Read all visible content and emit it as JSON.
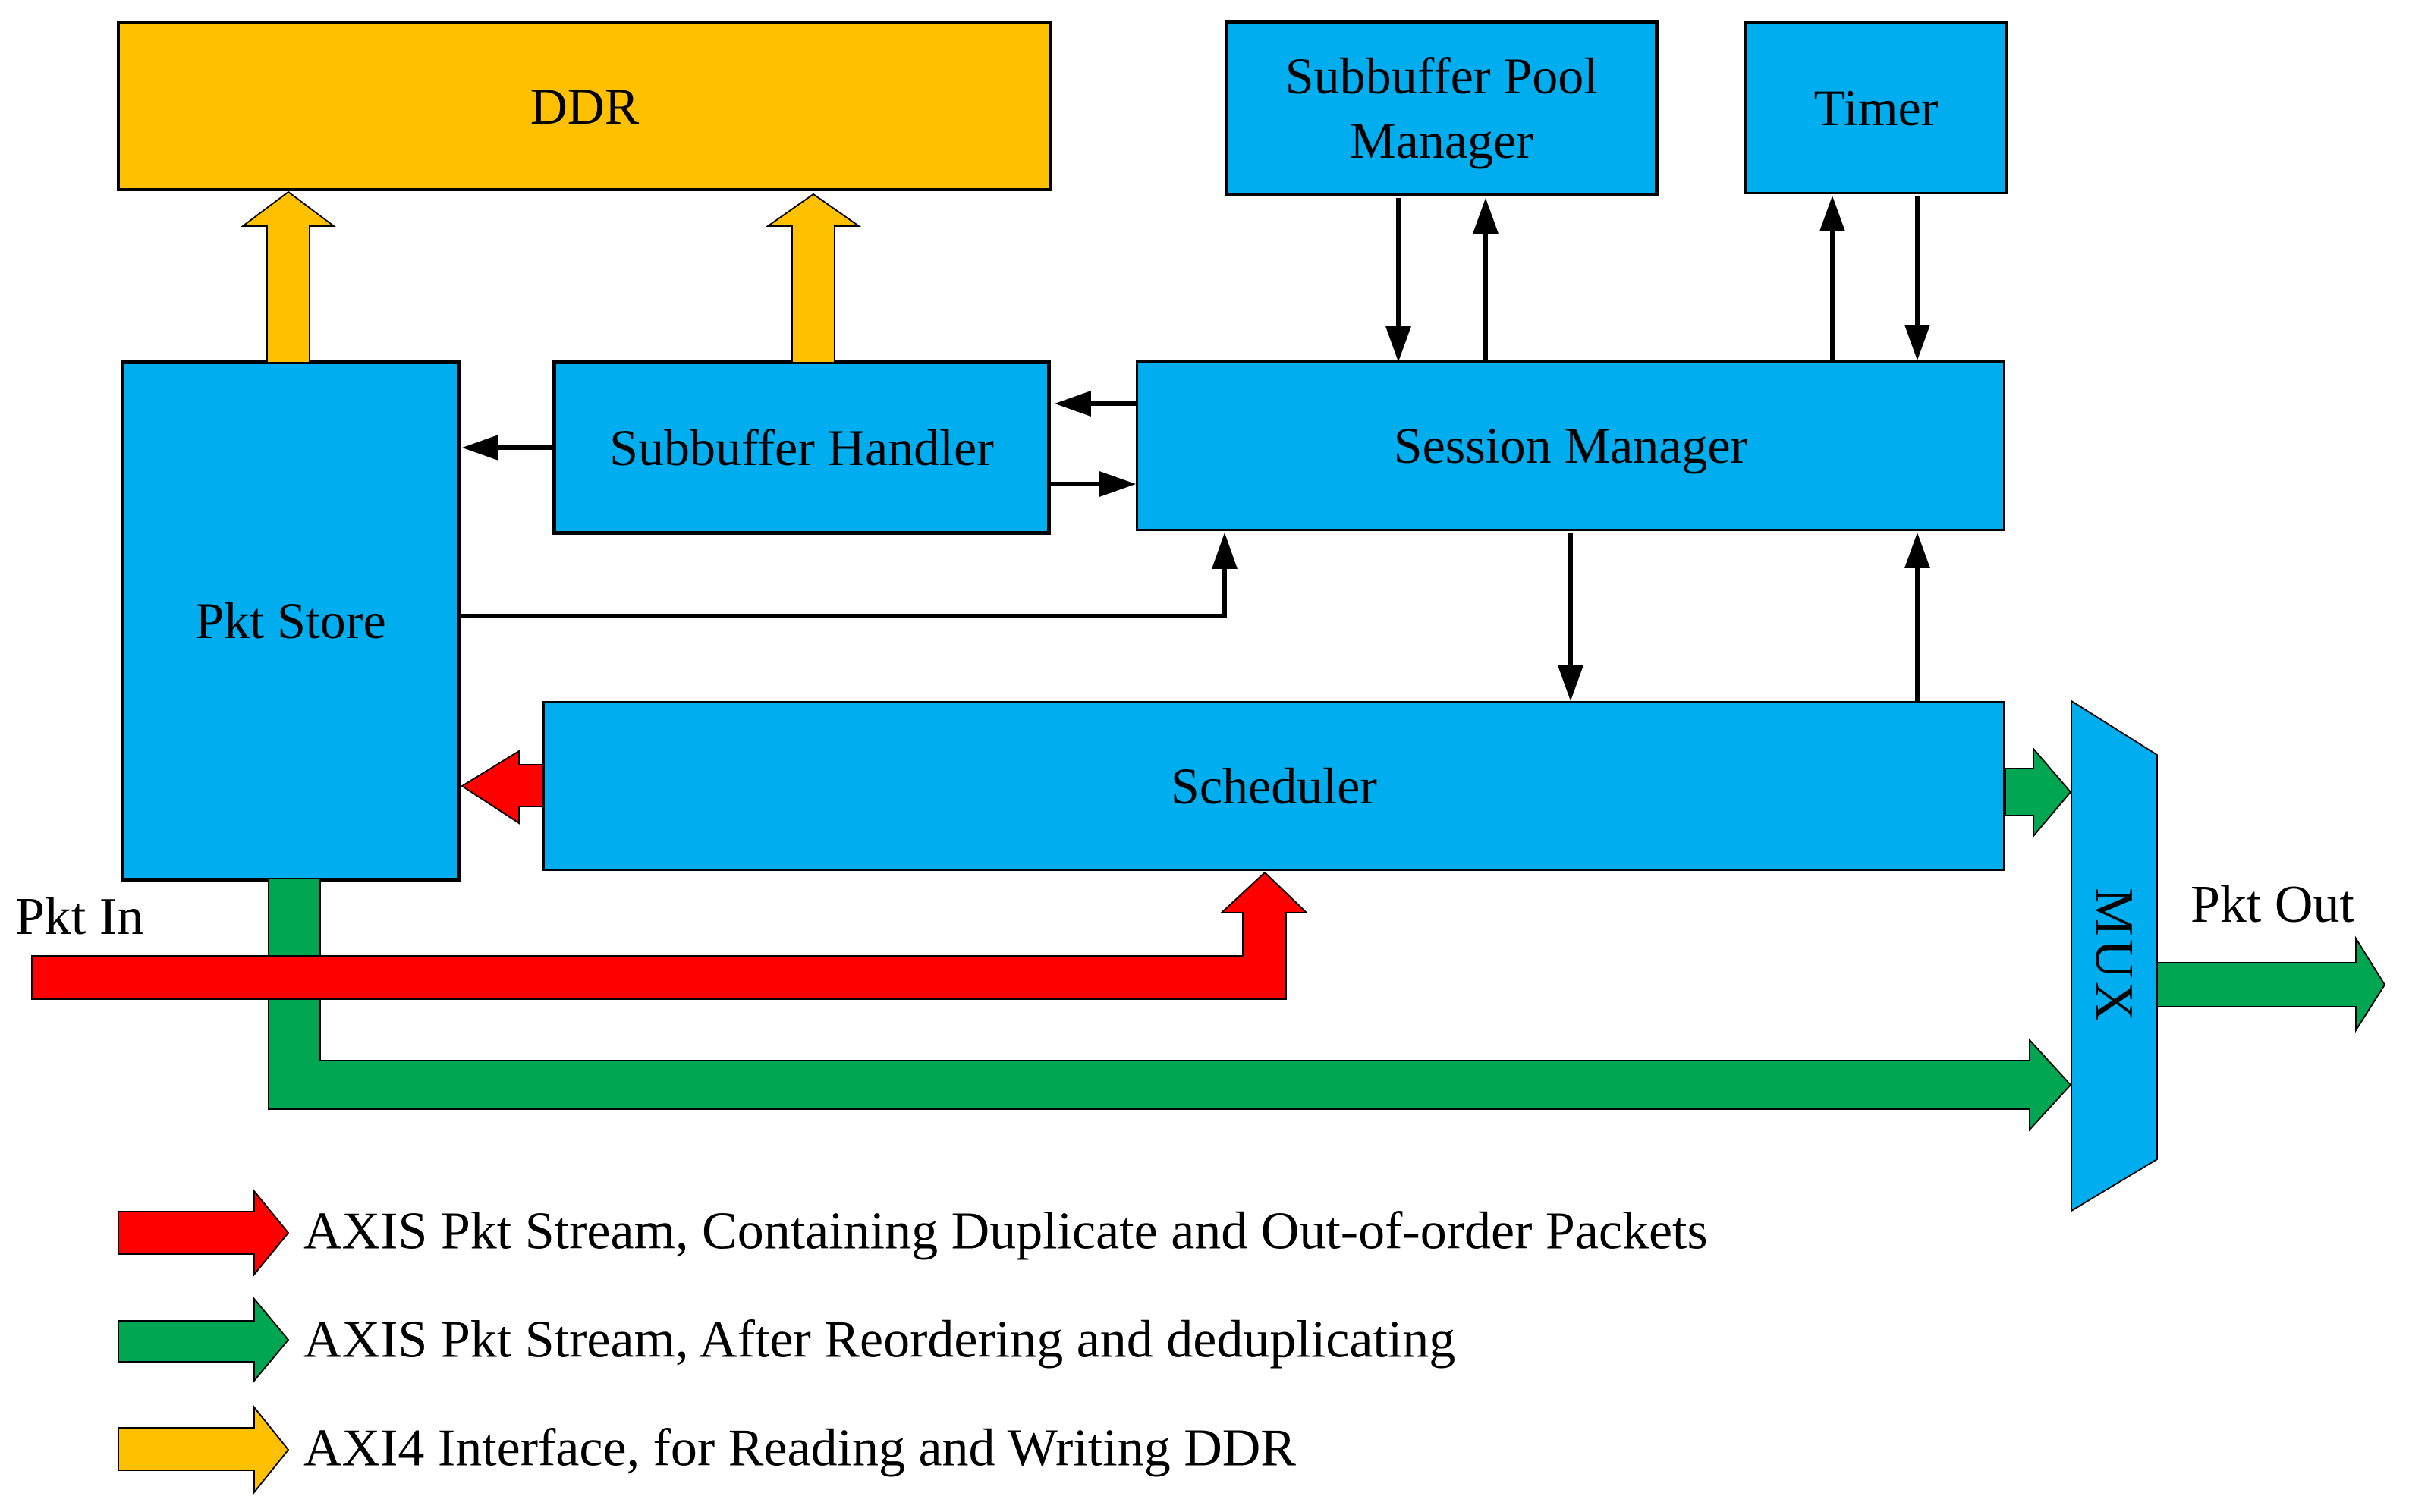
{
  "nodes": {
    "ddr": {
      "label": "DDR"
    },
    "subbuffer_pool_manager": {
      "label": "Subbuffer Pool Manager"
    },
    "timer": {
      "label": "Timer"
    },
    "pkt_store": {
      "label": "Pkt Store"
    },
    "subbuffer_handler": {
      "label": "Subbuffer Handler"
    },
    "session_manager": {
      "label": "Session Manager"
    },
    "scheduler": {
      "label": "Scheduler"
    },
    "mux": {
      "label": "MUX"
    }
  },
  "io_labels": {
    "pkt_in": "Pkt In",
    "pkt_out": "Pkt Out"
  },
  "legend": {
    "items": [
      {
        "swatch": "red-arrow",
        "color": "#FF0000",
        "label": "AXIS Pkt Stream, Containing Duplicate and Out-of-order Packets"
      },
      {
        "swatch": "green-arrow",
        "color": "#00A651",
        "label": "AXIS Pkt Stream, After Reordering and deduplicating"
      },
      {
        "swatch": "yellow-arrow",
        "color": "#FFC000",
        "label": "AXI4 Interface, for Reading and Writing DDR"
      }
    ]
  },
  "colors": {
    "block_blue": "#00AEEF",
    "ddr_yellow": "#FFC000",
    "axis_red": "#FF0000",
    "axis_green": "#00A651",
    "outline": "#000000",
    "bg": "#FFFFFF"
  },
  "connections": [
    {
      "from": "pkt_store",
      "to": "ddr",
      "type": "axi4-yellow"
    },
    {
      "from": "subbuffer_handler",
      "to": "ddr",
      "type": "axi4-yellow"
    },
    {
      "from": "subbuffer_pool_manager",
      "to": "session_manager",
      "type": "black"
    },
    {
      "from": "session_manager",
      "to": "subbuffer_pool_manager",
      "type": "black"
    },
    {
      "from": "session_manager",
      "to": "timer",
      "type": "black"
    },
    {
      "from": "timer",
      "to": "session_manager",
      "type": "black"
    },
    {
      "from": "session_manager",
      "to": "subbuffer_handler",
      "type": "black"
    },
    {
      "from": "subbuffer_handler",
      "to": "session_manager",
      "type": "black"
    },
    {
      "from": "subbuffer_handler",
      "to": "pkt_store",
      "type": "black"
    },
    {
      "from": "pkt_store",
      "to": "session_manager",
      "type": "black"
    },
    {
      "from": "session_manager",
      "to": "scheduler",
      "type": "black"
    },
    {
      "from": "scheduler",
      "to": "session_manager",
      "type": "black"
    },
    {
      "from": "scheduler",
      "to": "pkt_store",
      "type": "axis-red"
    },
    {
      "from": "pkt_in",
      "to": "scheduler",
      "type": "axis-red"
    },
    {
      "from": "pkt_store",
      "to": "mux",
      "type": "axis-green"
    },
    {
      "from": "scheduler",
      "to": "mux",
      "type": "axis-green"
    },
    {
      "from": "mux",
      "to": "pkt_out",
      "type": "axis-green"
    }
  ]
}
